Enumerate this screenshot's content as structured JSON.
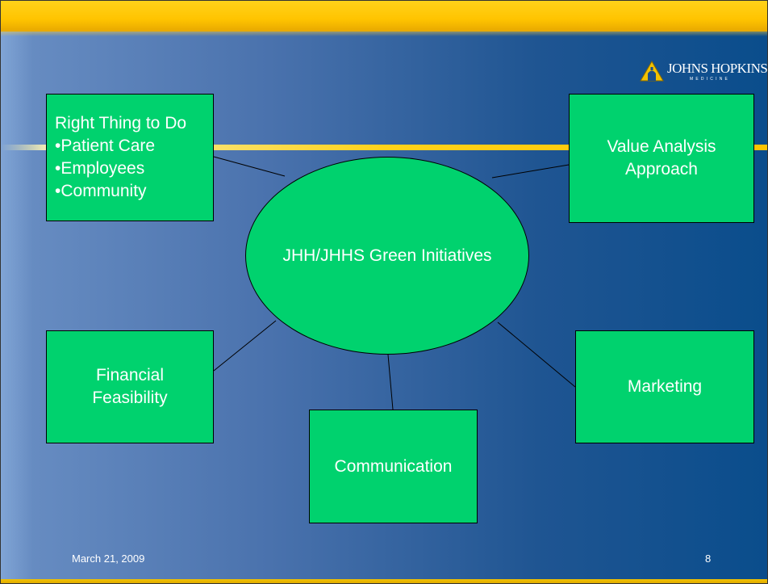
{
  "logo": {
    "text": "JOHNS HOPKINS",
    "subtext": "MEDICINE",
    "icon": "dome-shield-icon"
  },
  "diagram": {
    "center": "JHH/JHHS Green Initiatives",
    "nodes": {
      "right_thing": [
        "Right Thing to Do",
        "•Patient Care",
        "•Employees",
        "•Community"
      ],
      "value_analysis": [
        "Value Analysis",
        "Approach"
      ],
      "financial": [
        "Financial",
        "Feasibility"
      ],
      "communication": [
        "Communication"
      ],
      "marketing": [
        "Marketing"
      ]
    }
  },
  "footer": {
    "date": "March 21, 2009",
    "page": "8"
  },
  "colors": {
    "node_fill": "#00d26e",
    "band": "#ffc400",
    "background": "#1f5592"
  }
}
